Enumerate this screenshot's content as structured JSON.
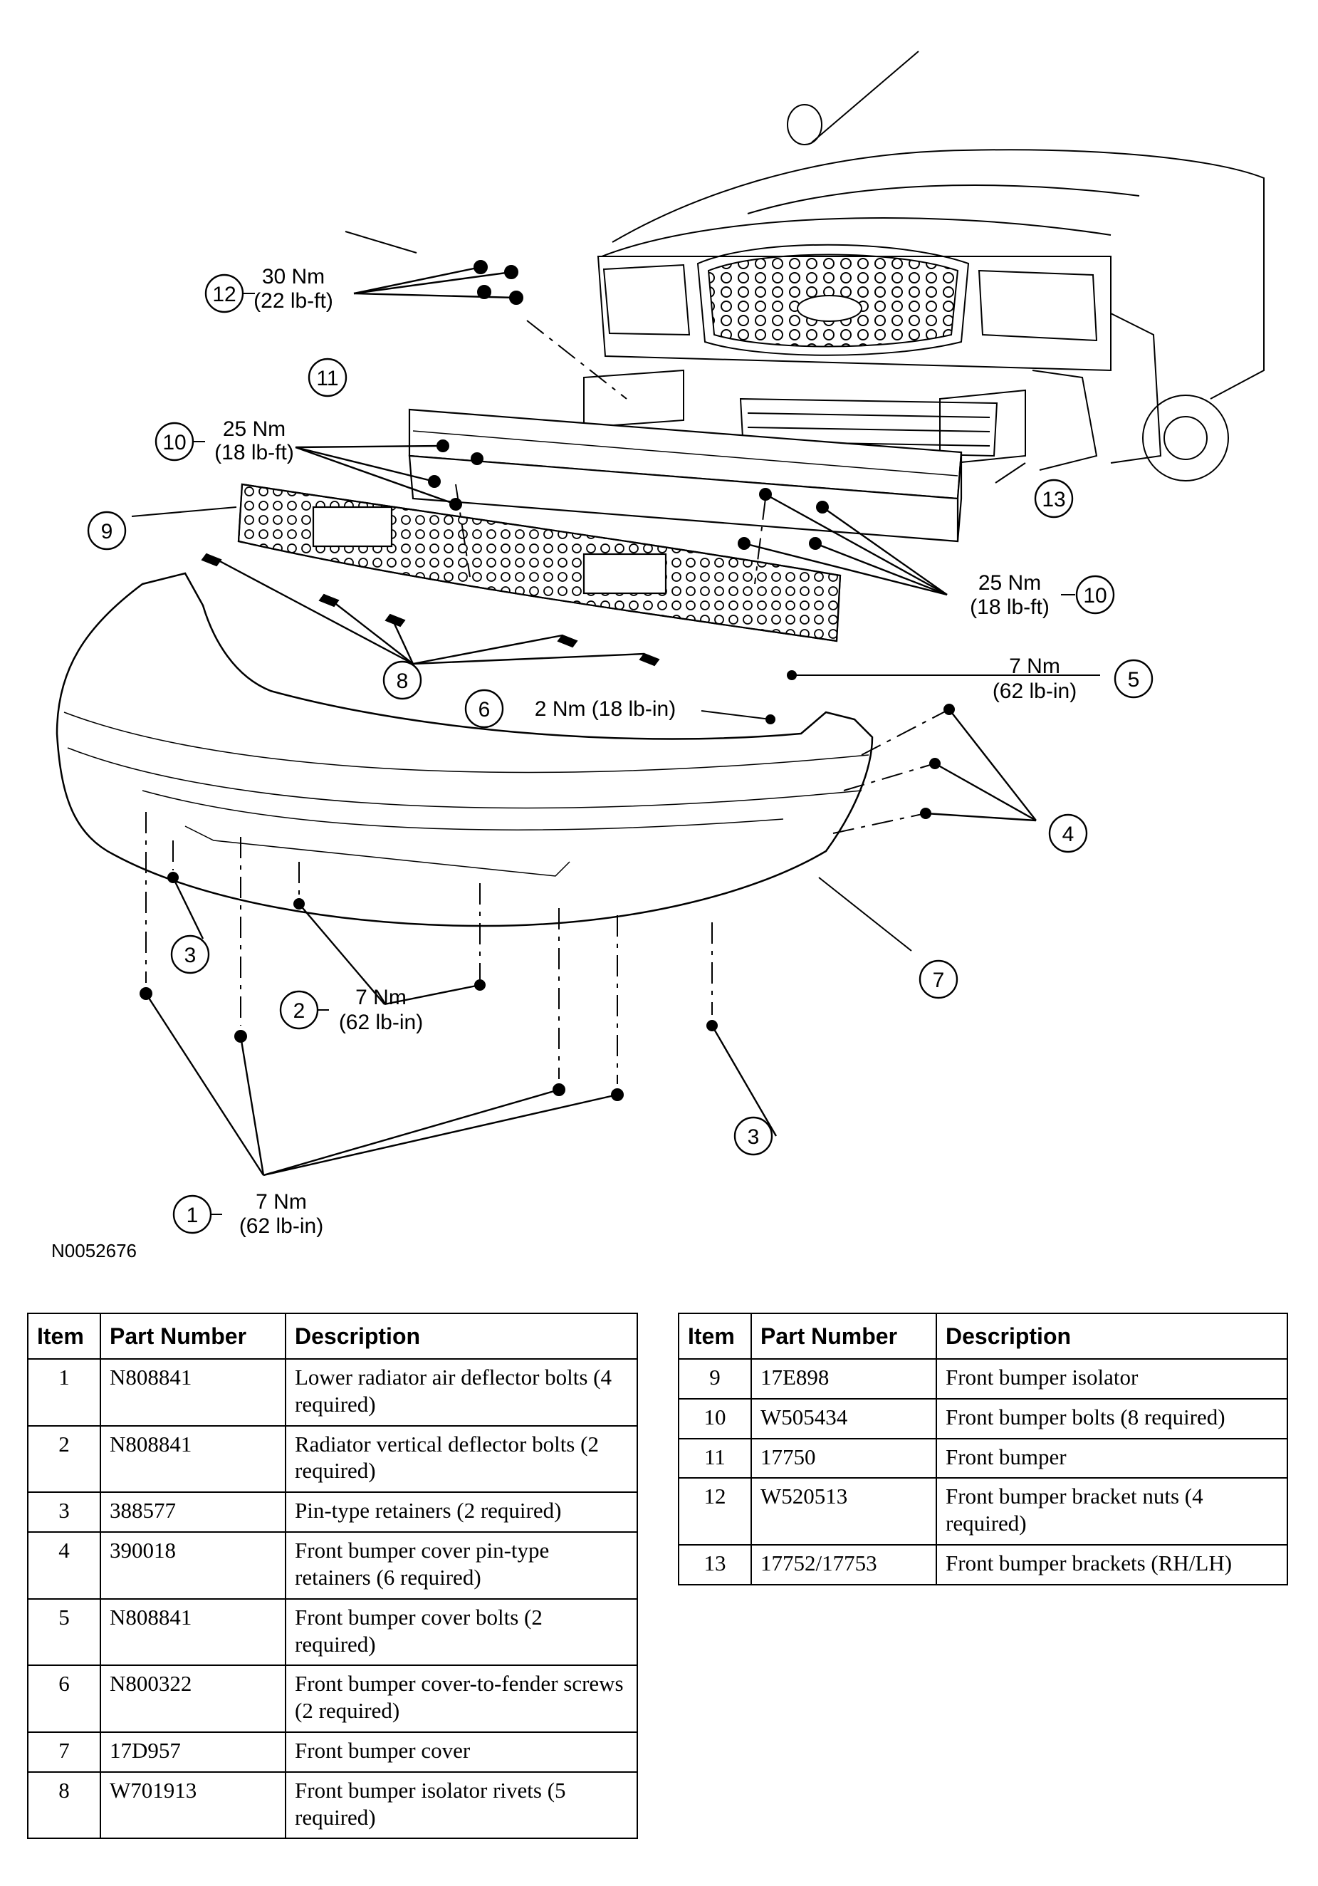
{
  "figure_code": "N0052676",
  "callouts": [
    {
      "num": "1",
      "torque": "7 Nm",
      "imperial": "(62 lb-in)"
    },
    {
      "num": "2",
      "torque": "7 Nm",
      "imperial": "(62 lb-in)"
    },
    {
      "num": "5",
      "torque": "7 Nm",
      "imperial": "(62 lb-in)"
    },
    {
      "num": "6",
      "torque": "2 Nm (18 lb-in)"
    },
    {
      "num": "10",
      "torque": "25 Nm",
      "imperial": "(18 lb-ft)"
    },
    {
      "num": "12",
      "torque": "30 Nm",
      "imperial": "(22 lb-ft)"
    }
  ],
  "labels": [
    "3",
    "4",
    "7",
    "8",
    "9",
    "11",
    "13"
  ],
  "table": {
    "headers": [
      "Item",
      "Part Number",
      "Description"
    ],
    "rows_left": [
      {
        "item": "1",
        "part": "N808841",
        "desc": "Lower radiator air deflector bolts (4 required)"
      },
      {
        "item": "2",
        "part": "N808841",
        "desc": "Radiator vertical deflector bolts (2 required)"
      },
      {
        "item": "3",
        "part": "388577",
        "desc": "Pin-type retainers (2 required)"
      },
      {
        "item": "4",
        "part": "390018",
        "desc": "Front bumper cover pin-type retainers (6 required)"
      },
      {
        "item": "5",
        "part": "N808841",
        "desc": "Front bumper cover bolts (2 required)"
      },
      {
        "item": "6",
        "part": "N800322",
        "desc": "Front bumper cover-to-fender screws (2 required)"
      },
      {
        "item": "7",
        "part": "17D957",
        "desc": "Front bumper cover"
      },
      {
        "item": "8",
        "part": "W701913",
        "desc": "Front bumper isolator rivets (5 required)"
      }
    ],
    "rows_right": [
      {
        "item": "9",
        "part": "17E898",
        "desc": "Front bumper isolator"
      },
      {
        "item": "10",
        "part": "W505434",
        "desc": "Front bumper bolts (8 required)"
      },
      {
        "item": "11",
        "part": "17750",
        "desc": "Front bumper"
      },
      {
        "item": "12",
        "part": "W520513",
        "desc": "Front bumper bracket nuts (4 required)"
      },
      {
        "item": "13",
        "part": "17752/17753",
        "desc": "Front bumper brackets (RH/LH)"
      }
    ]
  }
}
